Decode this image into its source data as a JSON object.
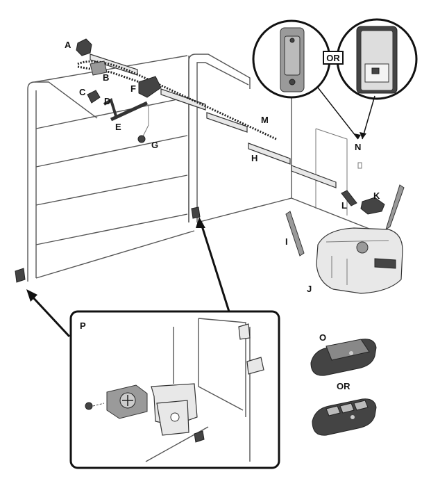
{
  "labels": {
    "a": "A",
    "b": "B",
    "c": "C",
    "d": "D",
    "e": "E",
    "f": "F",
    "g": "G",
    "h": "H",
    "i": "I",
    "j": "J",
    "k": "K",
    "l": "L",
    "m": "M",
    "n": "N",
    "o": "O",
    "p": "P"
  },
  "or_labels": {
    "wall_control": "OR",
    "remote": "OR"
  },
  "colors": {
    "line": "#555555",
    "outline": "#333333",
    "fill_light": "#e8e8e8",
    "fill_dark": "#444444"
  }
}
